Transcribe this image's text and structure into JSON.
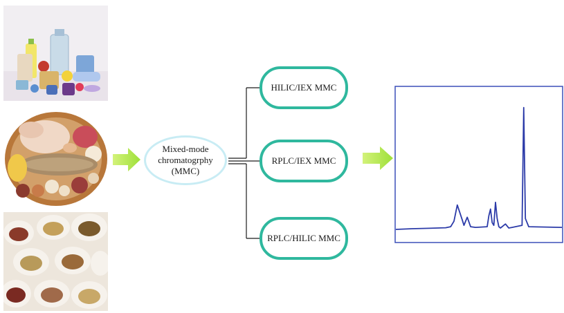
{
  "diagram": {
    "center_node": {
      "line1": "Mixed-mode",
      "line2": "chromatogrphy",
      "line3": "(MMC)"
    },
    "branches": [
      {
        "label": "HILIC/IEX MMC"
      },
      {
        "label": "RPLC/IEX MMC"
      },
      {
        "label": "RPLC/HILIC MMC"
      }
    ]
  },
  "colors": {
    "arrow": "#9ee03a",
    "pill_border": "#2fb89e",
    "ellipse_border": "#c8ecf4",
    "chromatogram_line": "#2b3aa8",
    "chromatogram_frame": "#3a4fb8"
  },
  "images": [
    {
      "name": "consumer-products-photo"
    },
    {
      "name": "food-basket-photo"
    },
    {
      "name": "herb-bags-photo"
    }
  ],
  "chromatogram": {
    "type": "line",
    "x": [
      0,
      10,
      20,
      30,
      33,
      35,
      37,
      40,
      41,
      43,
      45,
      48,
      55,
      56,
      57,
      58,
      59,
      60,
      61,
      62,
      63,
      66,
      68,
      70,
      76,
      77,
      78,
      80,
      100
    ],
    "y": [
      0,
      0.5,
      0.8,
      1.2,
      2,
      6,
      18,
      7,
      3,
      9,
      2,
      1.5,
      2,
      10,
      15,
      5,
      3,
      20,
      8,
      2,
      1,
      4,
      1,
      1.5,
      3,
      90,
      8,
      2,
      1.5
    ],
    "ylim": [
      0,
      100
    ]
  }
}
